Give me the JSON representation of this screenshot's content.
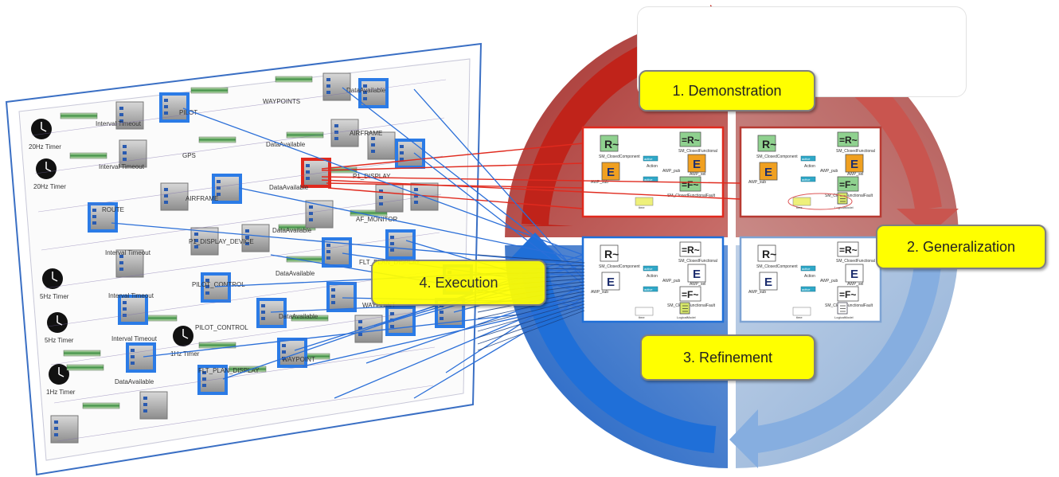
{
  "labels": {
    "demonstration": "1. Demonstration",
    "generalization": "2. Generalization",
    "refinement": "3. Refinement",
    "execution": "4. Execution"
  },
  "colors": {
    "red_arrow": "#c0231a",
    "red_arrow_light": "#c9554f",
    "red_fill": "#b9504c",
    "blue_arrow": "#1f6fd8",
    "blue_arrow_light": "#86aee0",
    "blue_fill": "#3b78c8",
    "light_blue_fill": "#a9c0dc",
    "label_bg": "#ffff00",
    "diagram_border": "#3a6fc4",
    "highlight_blue": "#2b7be6",
    "highlight_red": "#e02a1e"
  },
  "icons": [
    "timer-icon",
    "clock-icon",
    "component-block",
    "rule-block",
    "event-block",
    "function-block",
    "log-block"
  ],
  "diagram_panel": {
    "timers": [
      "20Hz Timer",
      "20Hz Timer",
      "5Hz Timer",
      "5Hz Timer",
      "1Hz Timer",
      "1Hz Timer"
    ],
    "components": [
      "Interval Timeout",
      "PILOT",
      "WAYPOINTS",
      "DataAvailable",
      "Interval Timeout",
      "GPS",
      "DataAvailable",
      "AIRFRAME",
      "ROUTE",
      "AIRFRAME",
      "DataAvailable",
      "P1_DISPLAY",
      "Interval Timeout",
      "P1_DISPLAY_DEVICE",
      "DataAvailable",
      "AF_MONITOR",
      "Interval Timeout",
      "PILOT_CONTROL",
      "DataAvailable",
      "FLT_PLAN_DISPLAY",
      "Interval Timeout",
      "PILOT_CONTROL",
      "DataAvailable",
      "WAYPOINT",
      "DataAvailable",
      "FLT_PLAN_DISPLAY",
      "WAYPOINT"
    ]
  },
  "rule_panels": {
    "component_label": "SM_ClosedComponent",
    "functional_label": "SM_ClosedFunctional",
    "functional_fault_label": "SM_ClosedFunctionalFault",
    "action_label": "Action",
    "action_button": "active",
    "pub_label": "AWP_pub",
    "sub_label": "AWP_sub",
    "sel_label": "AWP_sel",
    "log_label": "LogicalModel",
    "time_label": "time"
  }
}
